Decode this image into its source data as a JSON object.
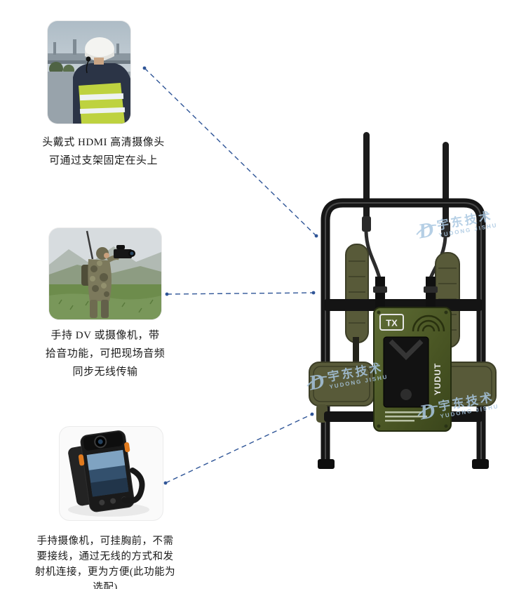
{
  "callouts": [
    {
      "id": "head-camera",
      "image": "police-officer-with-head-mounted-camera",
      "caption_lines": [
        "头戴式 HDMI 高清摄像头",
        "可通过支架固定在头上"
      ]
    },
    {
      "id": "handheld-dv",
      "image": "soldier-holding-dv-camcorder",
      "caption_lines": [
        "手持 DV 或摄像机，带",
        "拾音功能，可把现场音频",
        "同步无线传输"
      ]
    },
    {
      "id": "chest-camera",
      "image": "handheld-wireless-body-camera",
      "caption_lines": [
        "手持摄像机，可挂胸前，不需",
        "要接线，通过无线的方式和发",
        "射机连接，更为方便(此功能为",
        "选配)"
      ]
    }
  ],
  "device": {
    "tx_label": "TX",
    "brand": "YUDUT",
    "description": "backpack-mounted wireless video transmitter with two antennas"
  },
  "watermark": {
    "logo": "D",
    "text": "宇东技术",
    "subtext": "YUDONG JISHU"
  },
  "colors": {
    "connector_line": "#2f5597",
    "caption_text": "#1a1a1a",
    "device_green": "#4e5a28",
    "frame_black": "#161616",
    "strap_olive": "#585a39",
    "watermark_blue": "#a9c7e1"
  }
}
